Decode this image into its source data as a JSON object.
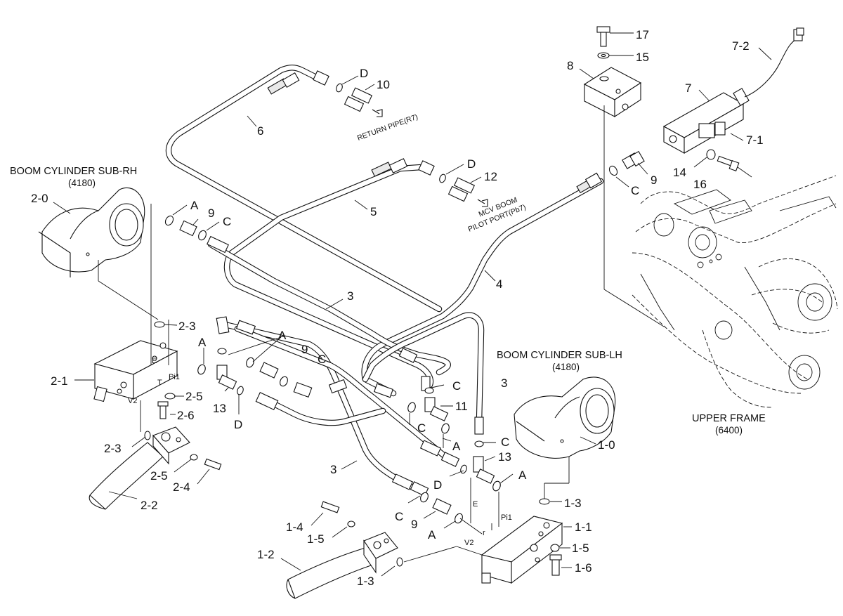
{
  "headings": {
    "boom_rh": "BOOM CYLINDER SUB-RH",
    "boom_rh_code": "(4180)",
    "boom_lh": "BOOM CYLINDER SUB-LH",
    "boom_lh_code": "(4180)",
    "upper_frame": "UPPER FRAME",
    "upper_frame_code": "(6400)"
  },
  "notes": {
    "return_pipe": "RETURN PIPE(R7)",
    "mcv_boom_1": "MCV BOOM",
    "mcv_boom_2": "PILOT PORT(Pb7)"
  },
  "ports": {
    "e": "E",
    "pi1": "Pi1",
    "t": "T",
    "v2": "V2",
    "r": "r"
  },
  "labels": {
    "l17": "17",
    "l15": "15",
    "l8": "8",
    "l7_2": "7-2",
    "l7": "7",
    "l7_1": "7-1",
    "l14": "14",
    "l16": "16",
    "l9_top": "9",
    "lC_top": "C",
    "lD_1": "D",
    "l10": "10",
    "l6": "6",
    "lD_2": "D",
    "l12": "12",
    "l5": "5",
    "l4": "4",
    "lA_1": "A",
    "l9_1": "9",
    "lC_1": "C",
    "l2_0": "2-0",
    "l3_1": "3",
    "l2_3a": "2-3",
    "lA_2": "A",
    "lA_3": "A",
    "l9_2": "9",
    "lC_2": "C",
    "l2_1": "2-1",
    "l2_5a": "2-5",
    "l13_1": "13",
    "l2_6": "2-6",
    "lD_3": "D",
    "l2_3b": "2-3",
    "l2_5b": "2-5",
    "l2_4": "2-4",
    "l2_2": "2-2",
    "lC_3": "C",
    "l11": "11",
    "lC_4": "C",
    "l3_2": "3",
    "lA_4": "A",
    "lC_5": "C",
    "l13_2": "13",
    "lA_5": "A",
    "lD_4": "D",
    "l3_3": "3",
    "l1_0": "1-0",
    "l1_3a": "1-3",
    "lC_6": "C",
    "l9_3": "9",
    "lA_6": "A",
    "l1_1": "1-1",
    "l1_4": "1-4",
    "l1_5a": "1-5",
    "l1_5b": "1-5",
    "l1_6": "1-6",
    "l1_2": "1-2",
    "l1_3b": "1-3"
  }
}
